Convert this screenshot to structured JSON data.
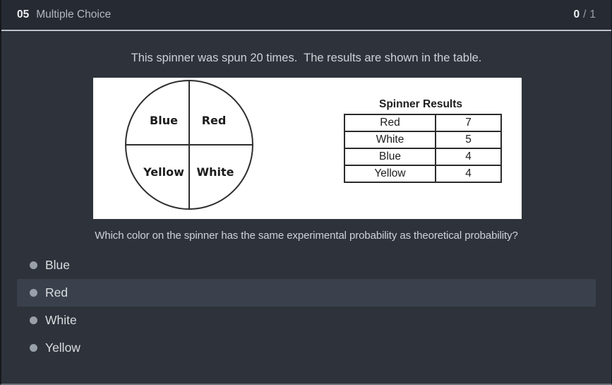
{
  "header": {
    "number": "05",
    "type_label": "Multiple Choice",
    "score_current": "0",
    "score_separator": "/",
    "score_total": "1"
  },
  "question": {
    "intro": "This spinner was spun 20 times.  The results are shown in the table.",
    "prompt": "Which color on the spinner has the same experimental probability as theoretical probability?"
  },
  "figure": {
    "spinner": {
      "labels": [
        "Blue",
        "Red",
        "Yellow",
        "White"
      ]
    },
    "table": {
      "title": "Spinner Results",
      "rows": [
        [
          "Red",
          "7"
        ],
        [
          "White",
          "5"
        ],
        [
          "Blue",
          "4"
        ],
        [
          "Yellow",
          "4"
        ]
      ]
    }
  },
  "options": [
    {
      "label": "Blue",
      "highlighted": false
    },
    {
      "label": "Red",
      "highlighted": true
    },
    {
      "label": "White",
      "highlighted": false
    },
    {
      "label": "Yellow",
      "highlighted": false
    }
  ],
  "colors": {
    "page_bg": "#2e333b",
    "header_bg": "#262b33",
    "header_divider": "#bcc0c6",
    "highlight_row": "#3a414c",
    "text_primary": "#d9dcdf",
    "text_secondary": "#9aa0a6",
    "worksheet_bg": "#ffffff",
    "worksheet_ink": "#1d1d1d",
    "radio_dot": "#99a0a9"
  }
}
